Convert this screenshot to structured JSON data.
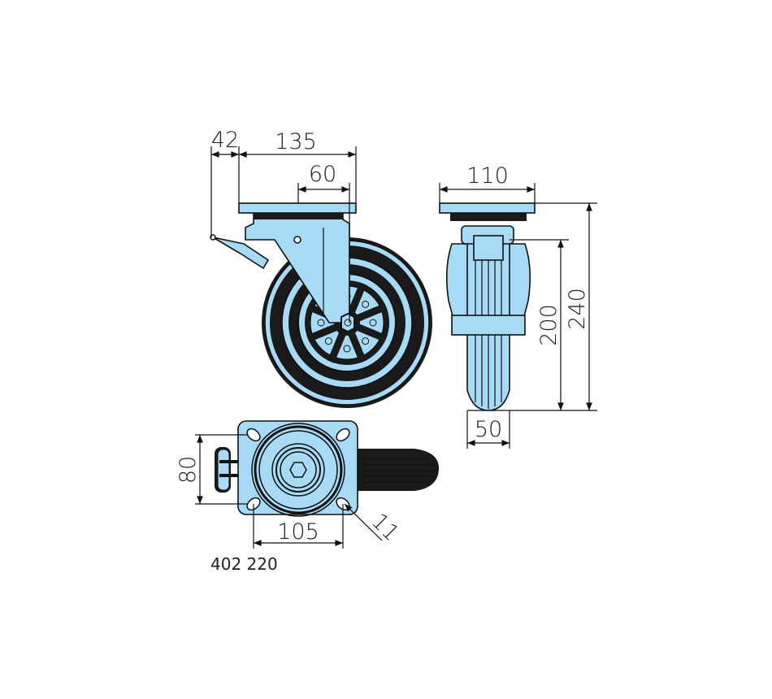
{
  "drawing": {
    "part_number": "402 220",
    "fill_color": "#a6daf5",
    "side_view": {
      "dim_offset": "42",
      "dim_plate_length": "135",
      "dim_swivel_offset": "60"
    },
    "front_view": {
      "dim_plate_width": "110",
      "dim_wheel_diameter": "200",
      "dim_total_height": "240",
      "dim_wheel_width": "50"
    },
    "top_view": {
      "dim_hole_spacing_y": "80",
      "dim_hole_spacing_x": "105",
      "dim_hole_diameter": "11"
    }
  }
}
